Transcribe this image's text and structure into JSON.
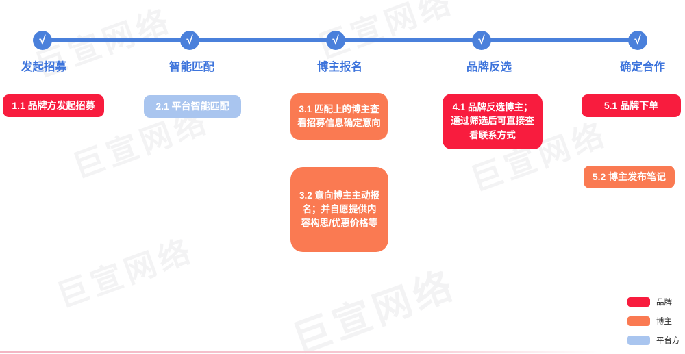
{
  "watermark": {
    "text": "巨宣网络"
  },
  "timeline": {
    "check_glyph": "√",
    "stages": [
      {
        "label": "发起招募"
      },
      {
        "label": "智能匹配"
      },
      {
        "label": "博主报名"
      },
      {
        "label": "品牌反选"
      },
      {
        "label": "确定合作"
      }
    ]
  },
  "boxes": {
    "b11": {
      "text": "1.1 品牌方发起招募",
      "role": "brand"
    },
    "b21": {
      "text": "2.1 平台智能匹配",
      "role": "platform"
    },
    "b31": {
      "text": "3.1 匹配上的博主查\n看招募信息确定意向",
      "role": "blogger"
    },
    "b41": {
      "text": "4.1 品牌反选博主；\n通过筛选后可直接查\n看联系方式",
      "role": "brand"
    },
    "b51": {
      "text": "5.1 品牌下单",
      "role": "brand"
    },
    "b32": {
      "text": "3.2 意向博主主动报\n名；并自愿提供内\n容构思/优惠价格等",
      "role": "blogger"
    },
    "b52": {
      "text": "5.2 博主发布笔记",
      "role": "blogger"
    }
  },
  "legend": {
    "items": [
      {
        "label": "品牌",
        "color": "#F81C3E"
      },
      {
        "label": "博主",
        "color": "#FA7A52"
      },
      {
        "label": "平台方",
        "color": "#A9C5EF"
      }
    ]
  },
  "colors": {
    "timeline_blue": "#4A80DB",
    "stage_label_blue": "#3D74DC",
    "brand_red": "#F81C3E",
    "blogger_orange": "#FA7A52",
    "platform_blue": "#A9C5EF"
  }
}
